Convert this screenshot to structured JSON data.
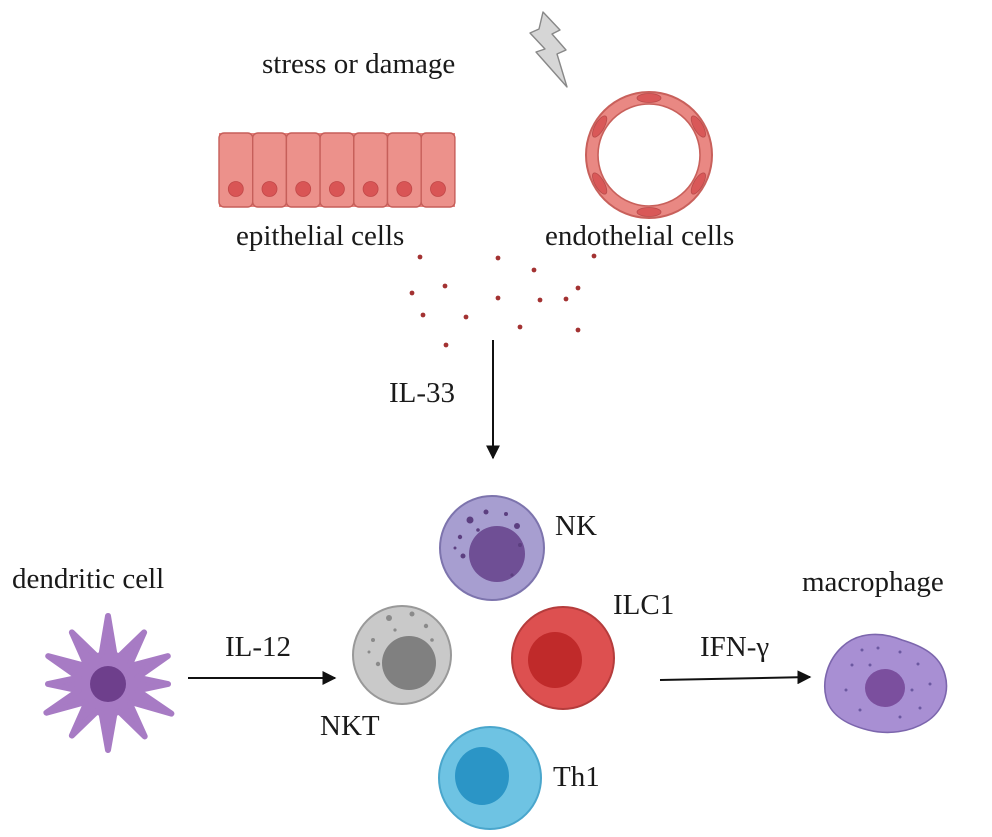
{
  "labels": {
    "stress": "stress or damage",
    "epithelial": "epithelial cells",
    "endothelial": "endothelial cells",
    "il33": "IL-33",
    "nk": "NK",
    "dendritic": "dendritic cell",
    "il12": "IL-12",
    "ilc1": "ILC1",
    "macrophage": "macrophage",
    "ifng": "IFN-γ",
    "nkt": "NKT",
    "th1": "Th1"
  },
  "icons": {
    "stress": "lightning-bolt-icon",
    "epithelial": "epithelial-cell-layer-icon",
    "endothelial": "blood-vessel-icon",
    "dendritic": "dendritic-cell-icon",
    "nk": "nk-cell-icon",
    "nkt": "nkt-cell-icon",
    "ilc1": "ilc1-cell-icon",
    "th1": "th1-cell-icon",
    "macrophage": "macrophage-icon"
  },
  "colors": {
    "epithelial": "#e8847f",
    "nucleus_red": "#d95555",
    "il33_dots": "#a33232",
    "nk": "#a79ed0",
    "nk_nucleus": "#6f4f95",
    "nkt": "#c9c9c9",
    "nkt_nucleus": "#808080",
    "ilc1": "#dd5050",
    "ilc1_nucleus": "#c02a2a",
    "th1": "#6ec3e3",
    "th1_nucleus": "#2b95c6",
    "dendritic": "#a77bc4",
    "dendritic_nucleus": "#6e3f8c",
    "macrophage": "#a88fd3",
    "macrophage_nucleus": "#7b4f9e",
    "arrow": "#111111"
  }
}
